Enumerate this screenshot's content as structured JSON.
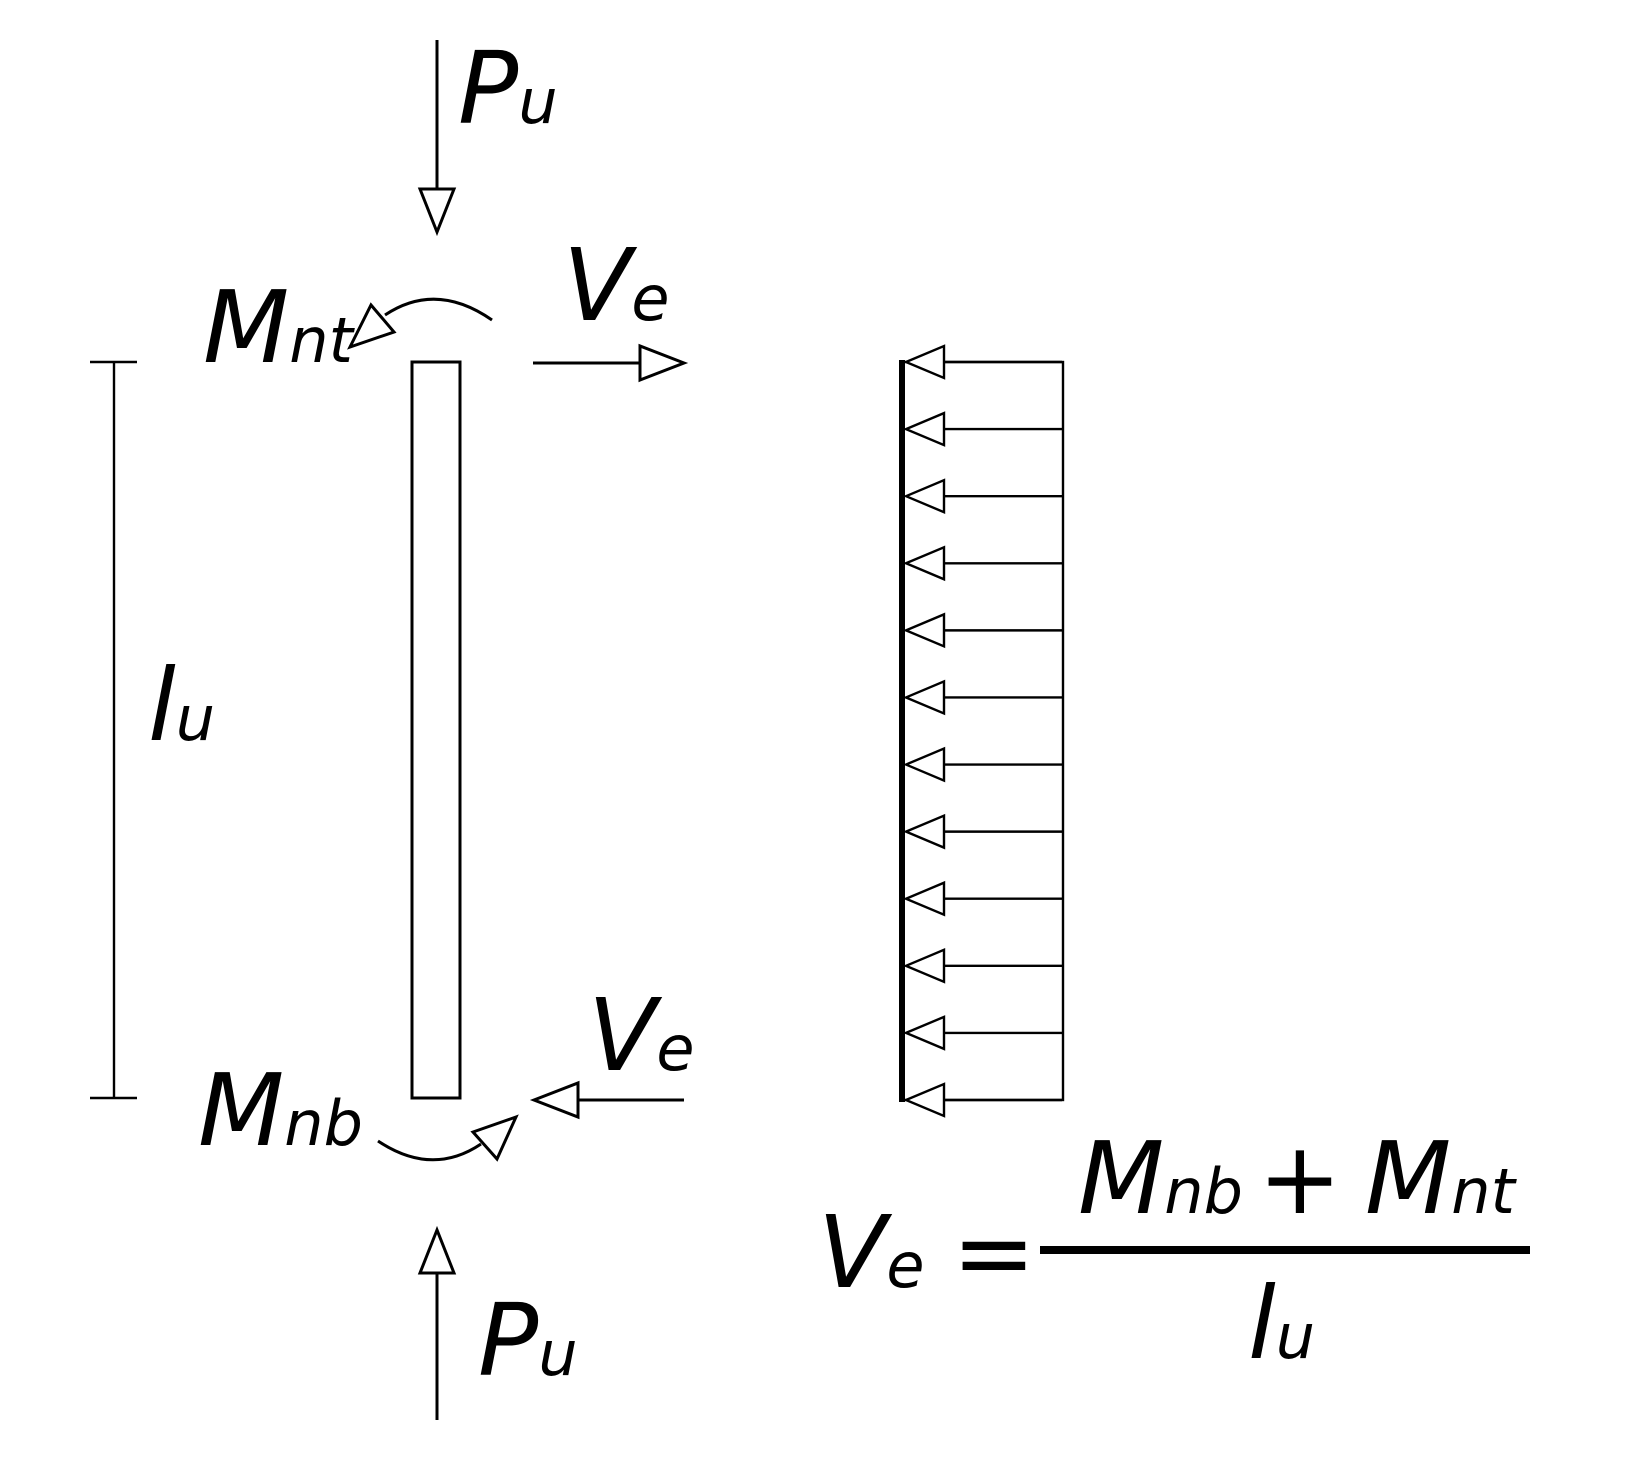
{
  "figure": {
    "kind": "column-free-body-diagram",
    "colors": {
      "ink": "#000000",
      "background": "#ffffff"
    }
  },
  "labels": {
    "axial_top": {
      "main": "P",
      "sub": "u"
    },
    "moment_top": {
      "main": "M",
      "sub": "nt"
    },
    "shear_top": {
      "main": "V",
      "sub": "e"
    },
    "length": {
      "main": "l",
      "sub": "u"
    },
    "moment_bottom": {
      "main": "M",
      "sub": "nb"
    },
    "shear_bottom": {
      "main": "V",
      "sub": "e"
    },
    "axial_bottom": {
      "main": "P",
      "sub": "u"
    }
  },
  "equation": {
    "lhs": {
      "main": "V",
      "sub": "e"
    },
    "equals": "=",
    "numerator": {
      "term1": {
        "main": "M",
        "sub": "nb"
      },
      "operator": "+",
      "term2": {
        "main": "M",
        "sub": "nt"
      }
    },
    "denominator": {
      "main": "l",
      "sub": "u"
    }
  },
  "distributed_load": {
    "arrow_count": 12
  }
}
